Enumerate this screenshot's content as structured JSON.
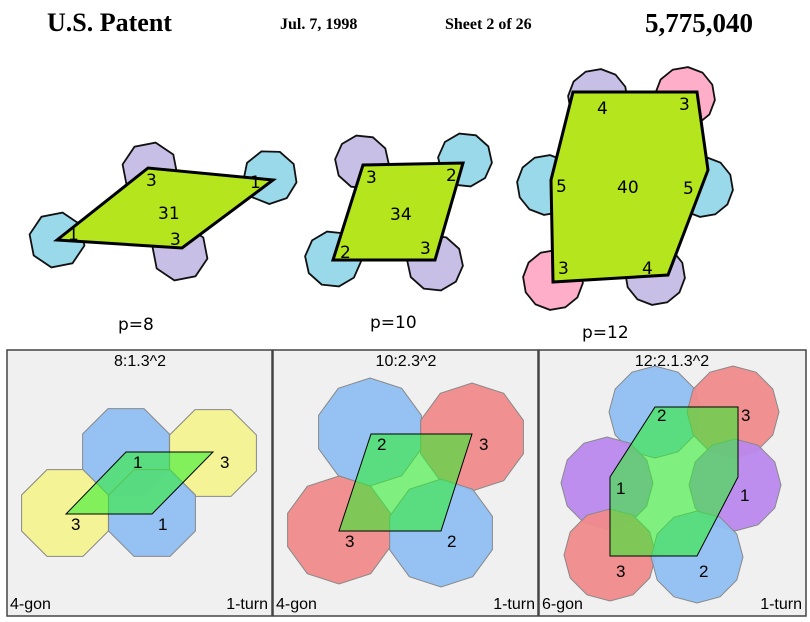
{
  "header": {
    "left": "U.S. Patent",
    "date": "Jul. 7, 1998",
    "sheet": "Sheet 2 of 26",
    "number": "5,775,040"
  },
  "colors": {
    "lime": "#b5e51d",
    "cyan": "#99d9ea",
    "lavender": "#c8bfe7",
    "pink": "#ffaec9",
    "blue": "#8fbff2",
    "yellow": "#f3f28f",
    "red": "#f08a8a",
    "purple": "#bb88ee",
    "green": "#33ee33",
    "panel_bg": "#f0f0f0"
  },
  "sketches": [
    {
      "area": "31",
      "p": "p=8",
      "labels": [
        "3",
        "1",
        "1",
        "3"
      ]
    },
    {
      "area": "34",
      "p": "p=10",
      "labels": [
        "3",
        "2",
        "2",
        "3"
      ]
    },
    {
      "area": "40",
      "p": "p=12",
      "labels": [
        "4",
        "3",
        "5",
        "5",
        "3",
        "4"
      ]
    }
  ],
  "panels": [
    {
      "title": "8:1.3^2",
      "gon": "4-gon",
      "turn": "1-turn",
      "labels": [
        "1",
        "3",
        "3",
        "1"
      ]
    },
    {
      "title": "10:2.3^2",
      "gon": "4-gon",
      "turn": "1-turn",
      "labels": [
        "2",
        "3",
        "3",
        "2"
      ]
    },
    {
      "title": "12:2.1.3^2",
      "gon": "6-gon",
      "turn": "1-turn",
      "labels": [
        "2",
        "3",
        "1",
        "1",
        "3",
        "2"
      ]
    }
  ]
}
